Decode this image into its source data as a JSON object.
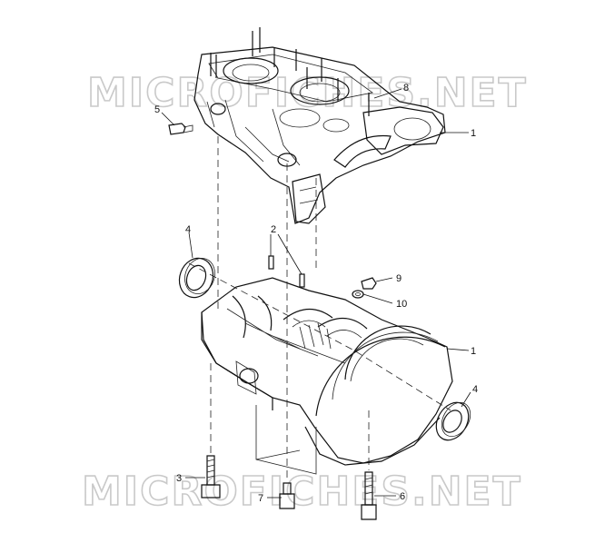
{
  "watermark": {
    "top": "MICROFICHES.NET",
    "bottom": "MICROFICHES.NET"
  },
  "callouts": [
    {
      "id": "c1-upper",
      "label": "1"
    },
    {
      "id": "c1-lower",
      "label": "1"
    },
    {
      "id": "c2",
      "label": "2"
    },
    {
      "id": "c3",
      "label": "3"
    },
    {
      "id": "c4-left",
      "label": "4"
    },
    {
      "id": "c4-right",
      "label": "4"
    },
    {
      "id": "c5",
      "label": "5"
    },
    {
      "id": "c6",
      "label": "6"
    },
    {
      "id": "c7",
      "label": "7"
    },
    {
      "id": "c8",
      "label": "8"
    },
    {
      "id": "c9",
      "label": "9"
    },
    {
      "id": "c10",
      "label": "10"
    }
  ]
}
